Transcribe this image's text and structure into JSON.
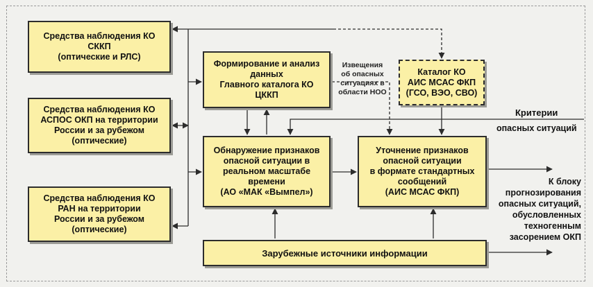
{
  "nodes": {
    "skkp": {
      "lines": [
        "Средства наблюдения КО",
        "СККП",
        "(оптические и РЛС)"
      ]
    },
    "aspos": {
      "lines": [
        "Средства наблюдения КО",
        "АСПОС ОКП на территории",
        "России и за рубежом",
        "(оптические)"
      ]
    },
    "ran": {
      "lines": [
        "Средства наблюдения КО",
        "РАН на территории",
        "России и за рубежом",
        "(оптические)"
      ]
    },
    "main_catalog": {
      "lines": [
        "Формирование и анализ",
        "данных",
        "Главного каталога КО",
        "ЦККП"
      ]
    },
    "detection": {
      "lines": [
        "Обнаружение признаков",
        "опасной ситуации в",
        "реальном масштабе",
        "времени",
        "(АО «МАК «Вымпел»)"
      ]
    },
    "ais_catalog": {
      "lines": [
        "Каталог КО",
        "АИС МСАС ФКП",
        "(ГСО, ВЭО, СВО)"
      ]
    },
    "refinement": {
      "lines": [
        "Уточнение признаков",
        "опасной ситуации",
        "в формате стандартных",
        "сообщений",
        "(АИС МСАС ФКП)"
      ]
    },
    "foreign": {
      "lines": [
        "Зарубежные источники информации"
      ]
    }
  },
  "labels": {
    "notification": [
      "Извещения",
      "об опасных",
      "ситуациях в",
      "области НОО"
    ],
    "criteria": [
      "Критерии",
      "опасных ситуаций"
    ],
    "output": [
      "К блоку",
      "прогнозирования",
      "опасных ситуаций,",
      "обусловленных",
      "техногенным",
      "засорением ОКП"
    ]
  },
  "colors": {
    "box_fill": "#fbf0a6",
    "line": "#2c2c2c"
  }
}
